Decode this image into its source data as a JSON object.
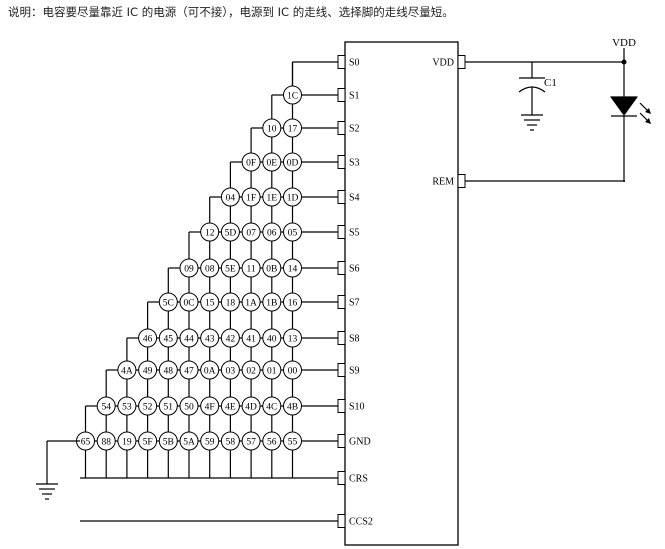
{
  "note": "说明：电容要尽量靠近 IC 的电源（可不接），电源到 IC 的走线、选择脚的走线尽量短。",
  "ic": {
    "left_pins": [
      "S0",
      "S1",
      "S2",
      "S3",
      "S4",
      "S5",
      "S6",
      "S7",
      "S8",
      "S9",
      "S10",
      "GND",
      "CRS",
      "CCS2"
    ],
    "right_pins": [
      "VDD",
      "REM"
    ]
  },
  "supply": {
    "vdd_label": "VDD",
    "capacitor_label": "C1",
    "led_icon": "led-icon",
    "ground_icon": "ground-icon"
  },
  "key_matrix": [
    [
      "1C"
    ],
    [
      "10",
      "17"
    ],
    [
      "0F",
      "0E",
      "0D"
    ],
    [
      "04",
      "1F",
      "1E",
      "1D"
    ],
    [
      "12",
      "5D",
      "07",
      "06",
      "05"
    ],
    [
      "09",
      "08",
      "5E",
      "11",
      "0B",
      "14"
    ],
    [
      "5C",
      "0C",
      "15",
      "18",
      "1A",
      "1B",
      "16"
    ],
    [
      "46",
      "45",
      "44",
      "43",
      "42",
      "41",
      "40",
      "13"
    ],
    [
      "4A",
      "49",
      "48",
      "47",
      "0A",
      "03",
      "02",
      "01",
      "00"
    ],
    [
      "54",
      "53",
      "52",
      "51",
      "50",
      "4F",
      "4E",
      "4D",
      "4C",
      "4B"
    ],
    [
      "65",
      "88",
      "19",
      "5F",
      "5B",
      "5A",
      "59",
      "58",
      "57",
      "56",
      "55"
    ]
  ]
}
